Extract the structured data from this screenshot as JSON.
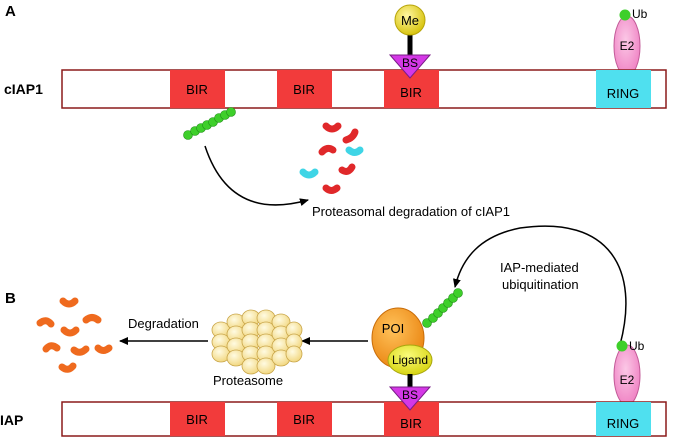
{
  "panels": {
    "a": "A",
    "b": "B"
  },
  "rows": {
    "top": "cIAP1",
    "bottom": "IAP"
  },
  "domains": {
    "bir": "BIR",
    "ring": "RING"
  },
  "molecules": {
    "me": "Me",
    "bs": "BS",
    "ub": "Ub",
    "e2": "E2",
    "poi": "POI",
    "ligand": "Ligand"
  },
  "captions": {
    "proteasomal_degradation": "Proteasomal degradation of cIAP1",
    "iap_mediated_line1": "IAP-mediated",
    "iap_mediated_line2": "ubiquitination",
    "degradation": "Degradation",
    "proteasome": "Proteasome"
  },
  "colors": {
    "bir": "#f23b3b",
    "ring": "#4fe0ef",
    "bar_border": "#8b1a1a",
    "ub_green": "#3ecf2a",
    "e2_pink": "#f49bd0",
    "bs_magenta": "#d438e6",
    "me_yellow": "#e3d31a",
    "poi_orange": "#f39a1d",
    "ligand_yellow": "#e8e61f",
    "fragment_red": "#e0282a",
    "fragment_cyan": "#3fd5e6",
    "fragment_orange": "#ef6a1e",
    "proteasome_yellow": "#f7e8a8"
  }
}
